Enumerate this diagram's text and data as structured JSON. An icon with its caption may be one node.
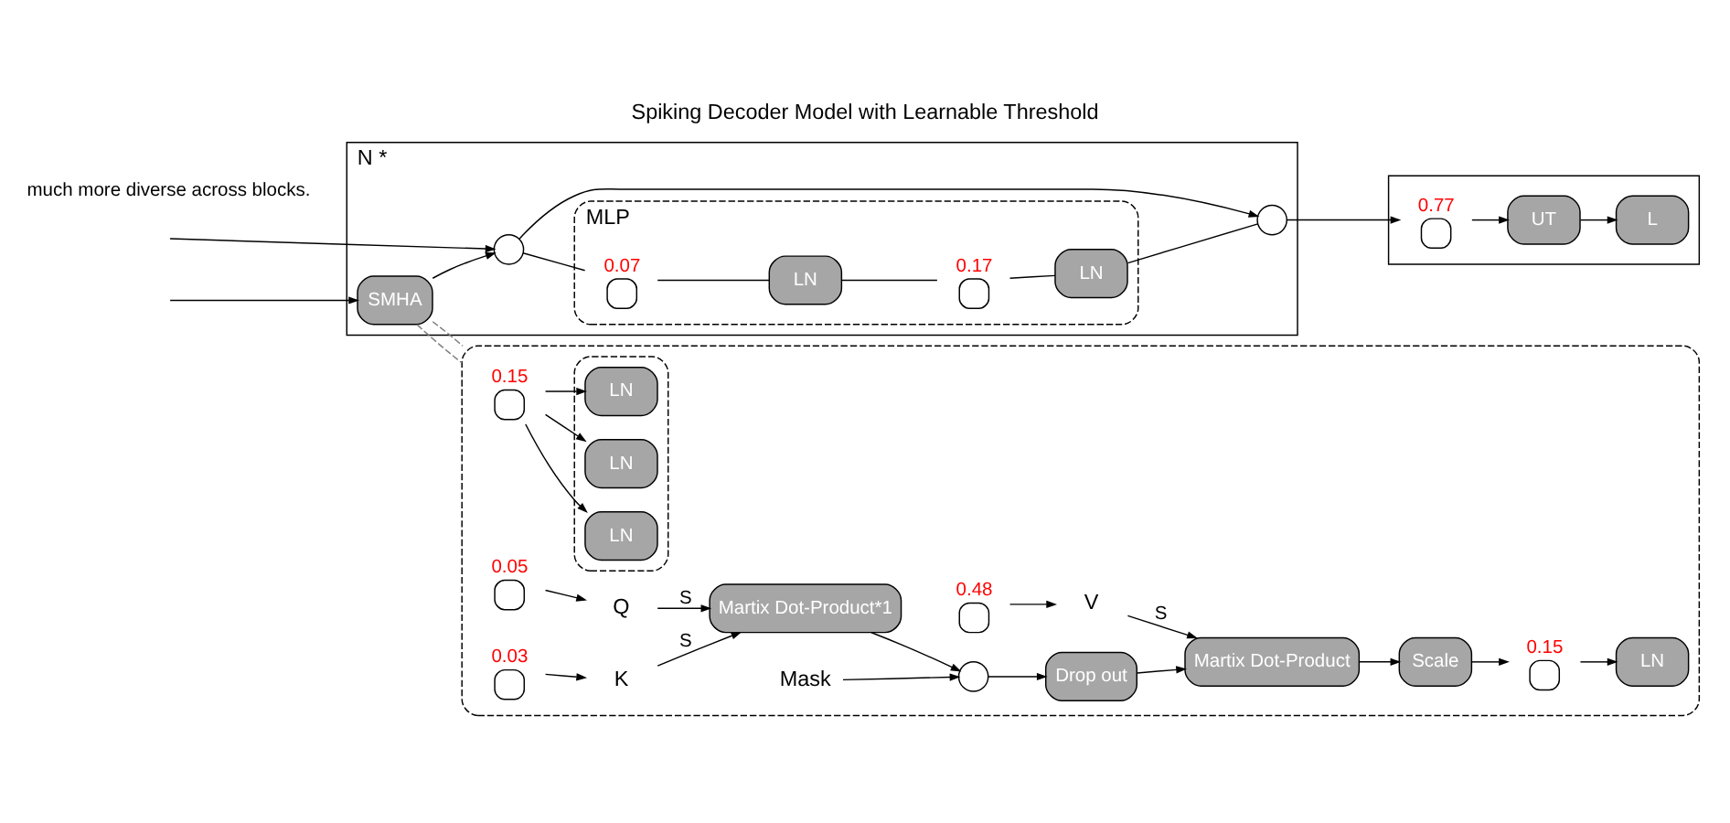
{
  "diagram": {
    "title": "Spiking Decoder Model with Learnable Threshold",
    "nodes": [
      {
        "text": [
          "N *"
        ]
      },
      {
        "text": [
          "SMHA"
        ],
        "in": 0
      },
      {
        "text": [],
        "shape": "circle",
        "in": 0
      },
      {
        "text": [
          "MLP"
        ],
        "in": 0
      },
      {
        "text": [
          "0.07"
        ],
        "in": 3
      },
      {
        "text": [
          "LN"
        ],
        "in": 3
      },
      {
        "text": [
          "0.17"
        ],
        "in": 3
      },
      {
        "text": [
          "LN"
        ],
        "in": 3
      },
      {
        "text": [],
        "shape": "circle",
        "in": 0
      },
      {
        "text": [],
        "shape": "box"
      },
      {
        "text": [
          "0.77"
        ],
        "in": 9
      },
      {
        "text": [
          "UT"
        ],
        "in": 9
      },
      {
        "text": [
          "L"
        ],
        "in": 9
      },
      {
        "text": [],
        "shape": "box"
      },
      {
        "text": [
          "0.15"
        ],
        "in": 13
      },
      {
        "text": [],
        "shape": "box",
        "in": 13
      },
      {
        "text": [
          "LN"
        ],
        "in": 15
      },
      {
        "text": [
          "LN"
        ],
        "in": 15
      },
      {
        "text": [
          "LN"
        ],
        "in": 15
      },
      {
        "text": [
          "0.05"
        ],
        "in": 13
      },
      {
        "text": [
          "0.03"
        ],
        "in": 13
      },
      {
        "text": [
          "0.48"
        ],
        "in": 13
      },
      {
        "text": [
          "Q"
        ],
        "in": 13
      },
      {
        "text": [
          "K"
        ],
        "in": 13
      },
      {
        "text": [
          "V"
        ],
        "in": 13
      },
      {
        "text": [
          "Martix Dot-Product*1"
        ],
        "in": 13
      },
      {
        "text": [],
        "shape": "circle",
        "in": 13
      },
      {
        "text": [
          "Mask"
        ],
        "in": 13
      },
      {
        "text": [
          "Drop out"
        ],
        "in": 13
      },
      {
        "text": [
          "Martix Dot-Product"
        ],
        "in": 13
      },
      {
        "text": [
          "Scale"
        ],
        "in": 13
      },
      {
        "text": [
          "0.15"
        ],
        "in": 13
      },
      {
        "text": [
          "LN"
        ],
        "in": 13
      }
    ],
    "edges": [
      {
        "from": null,
        "to": 1,
        "arrow": "to"
      },
      {
        "from": null,
        "to": 2,
        "arrow": "to"
      },
      {
        "from": 1,
        "to": 2,
        "arrow": "to"
      },
      {
        "from": 2,
        "to": 4,
        "arrow": "none"
      },
      {
        "from": 4,
        "to": 5,
        "arrow": "none"
      },
      {
        "from": 5,
        "to": 6,
        "arrow": "none"
      },
      {
        "from": 6,
        "to": 7,
        "arrow": "none"
      },
      {
        "from": 7,
        "to": 8,
        "arrow": "none"
      },
      {
        "from": 2,
        "to": 8,
        "arrow": "to"
      },
      {
        "from": 8,
        "to": 10,
        "arrow": "to"
      },
      {
        "from": 10,
        "to": 11,
        "arrow": "to"
      },
      {
        "from": 11,
        "to": 12,
        "arrow": "to"
      },
      {
        "from": 1,
        "to": 13,
        "arrow": "none",
        "style": "dashed",
        "color": "#7f7f7f"
      },
      {
        "from": 1,
        "to": 13,
        "arrow": "none",
        "style": "dashed",
        "color": "#7f7f7f"
      },
      {
        "from": 14,
        "to": 16,
        "arrow": "to"
      },
      {
        "from": 14,
        "to": 17,
        "arrow": "to"
      },
      {
        "from": 14,
        "to": 18,
        "arrow": "to"
      },
      {
        "from": 19,
        "to": 22,
        "arrow": "to"
      },
      {
        "from": 20,
        "to": 23,
        "arrow": "to"
      },
      {
        "from": 21,
        "to": 24,
        "arrow": "to"
      },
      {
        "from": 22,
        "to": 25,
        "label": "S",
        "arrow": "to"
      },
      {
        "from": 23,
        "to": 25,
        "label": "S",
        "arrow": "to"
      },
      {
        "from": 24,
        "to": 29,
        "label": "S",
        "arrow": "to"
      },
      {
        "from": 25,
        "to": 26,
        "arrow": "to"
      },
      {
        "from": 27,
        "to": 26,
        "arrow": "to"
      },
      {
        "from": 26,
        "to": 28,
        "arrow": "to"
      },
      {
        "from": 28,
        "to": 29,
        "arrow": "to"
      },
      {
        "from": 29,
        "to": 30,
        "arrow": "to"
      },
      {
        "from": 30,
        "to": 31,
        "arrow": "to"
      },
      {
        "from": 31,
        "to": 32,
        "arrow": "to"
      }
    ],
    "labels": [
      "much more diverse across blocks."
    ]
  }
}
